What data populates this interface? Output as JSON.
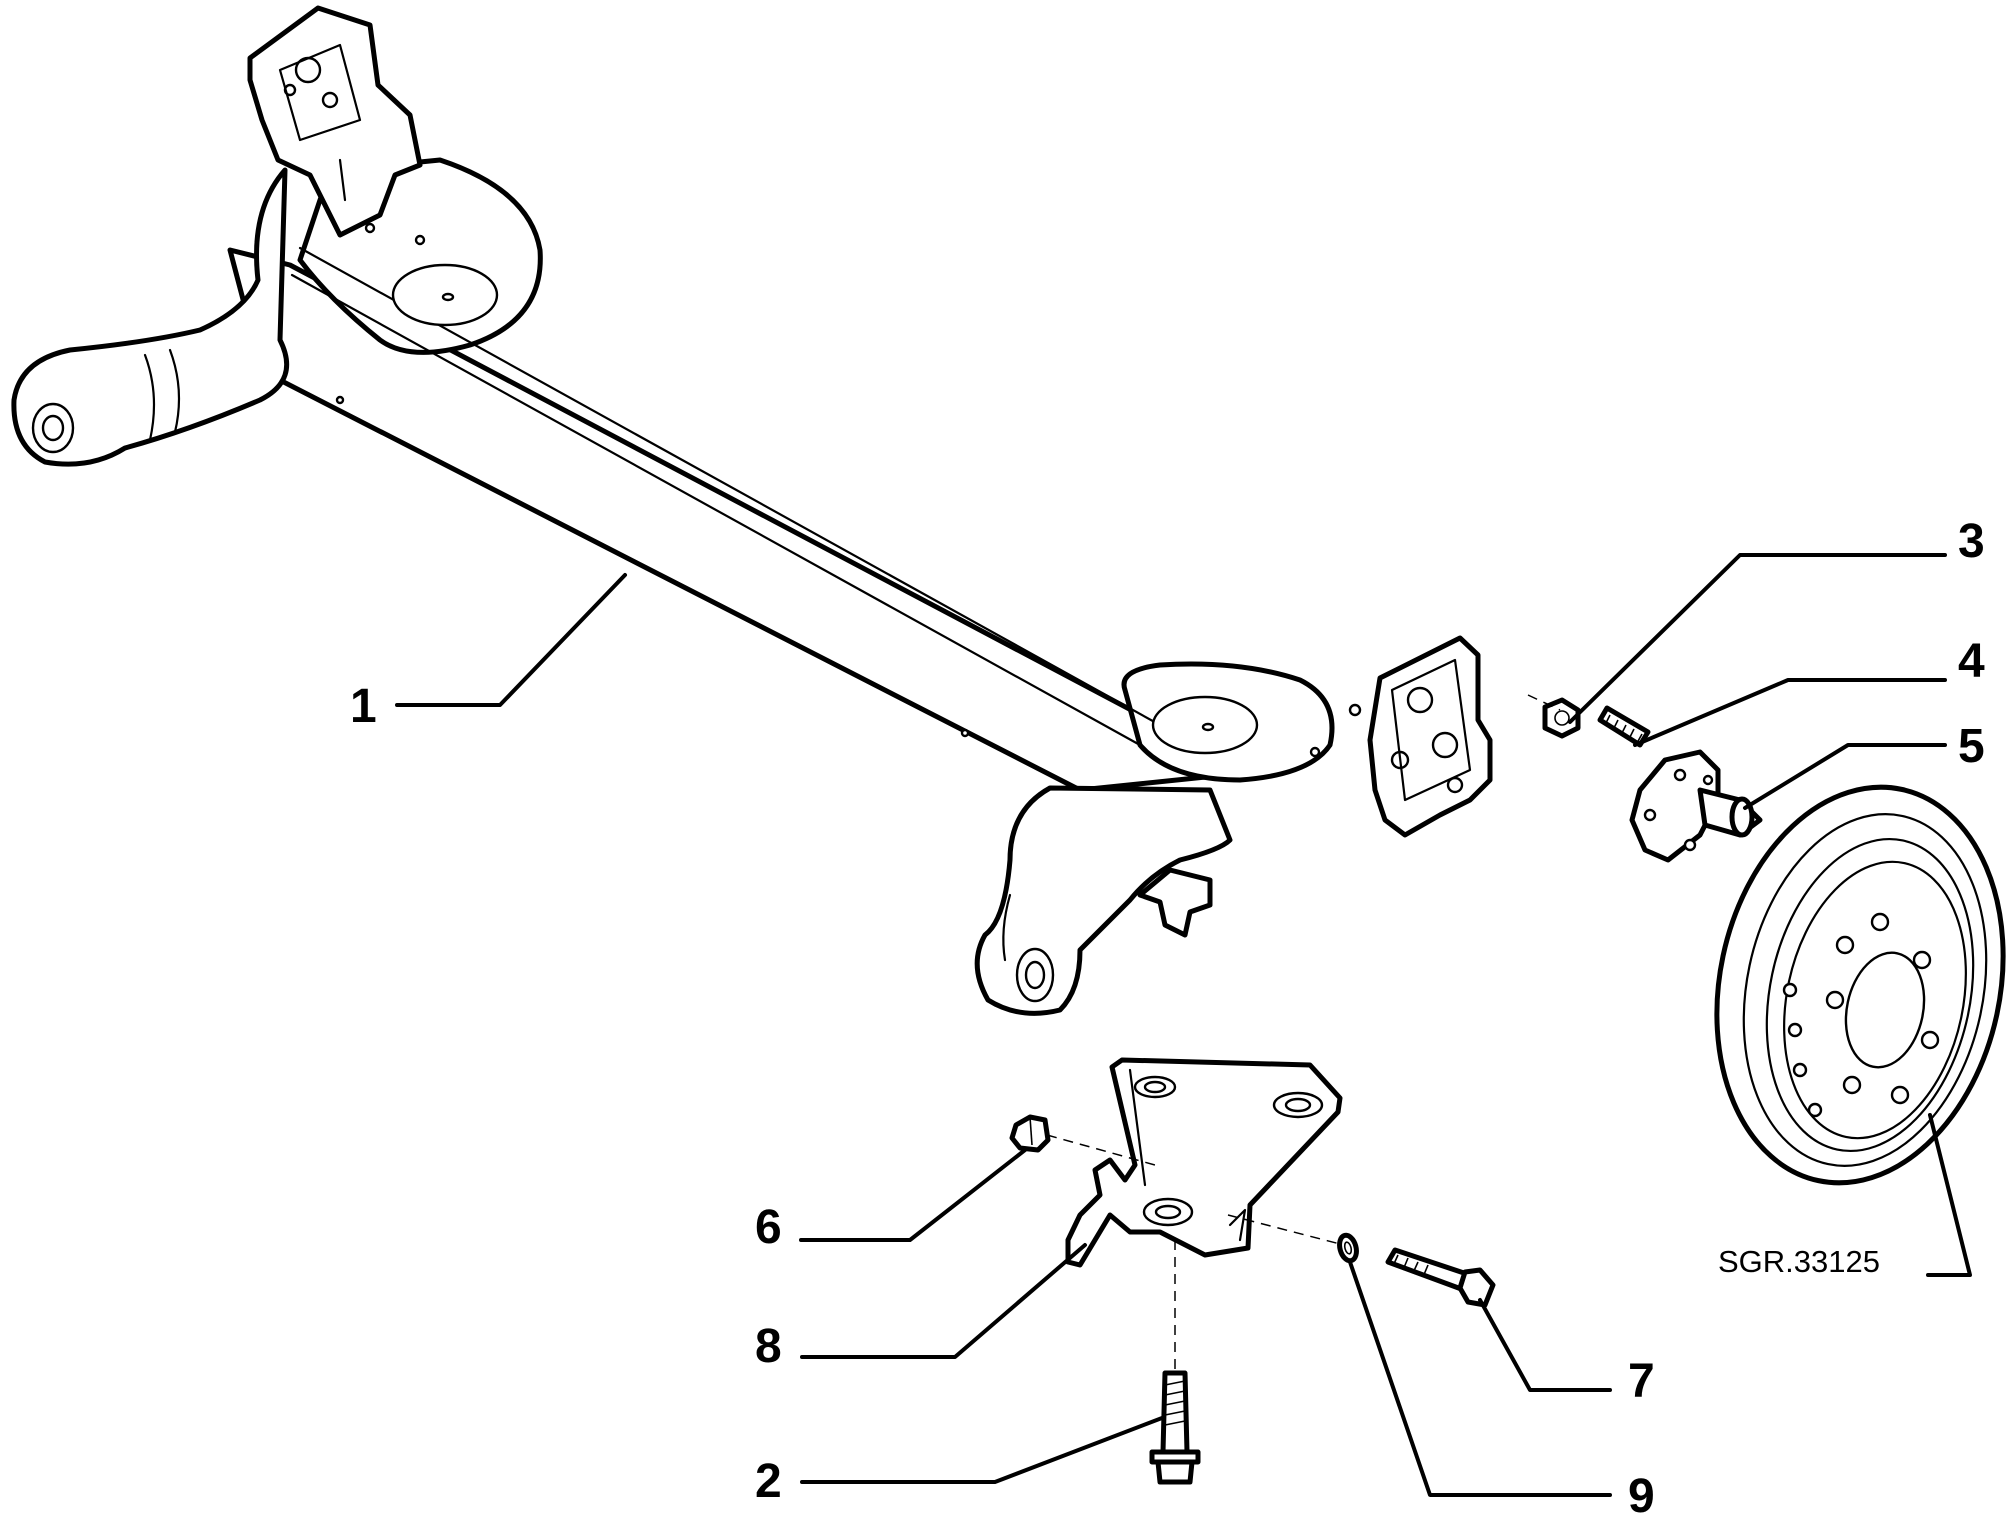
{
  "drawing_reference": "SGR.33125",
  "callouts": [
    "1",
    "2",
    "3",
    "4",
    "5",
    "6",
    "7",
    "8",
    "9"
  ],
  "colors": {
    "line": "#000000",
    "background": "#ffffff"
  }
}
